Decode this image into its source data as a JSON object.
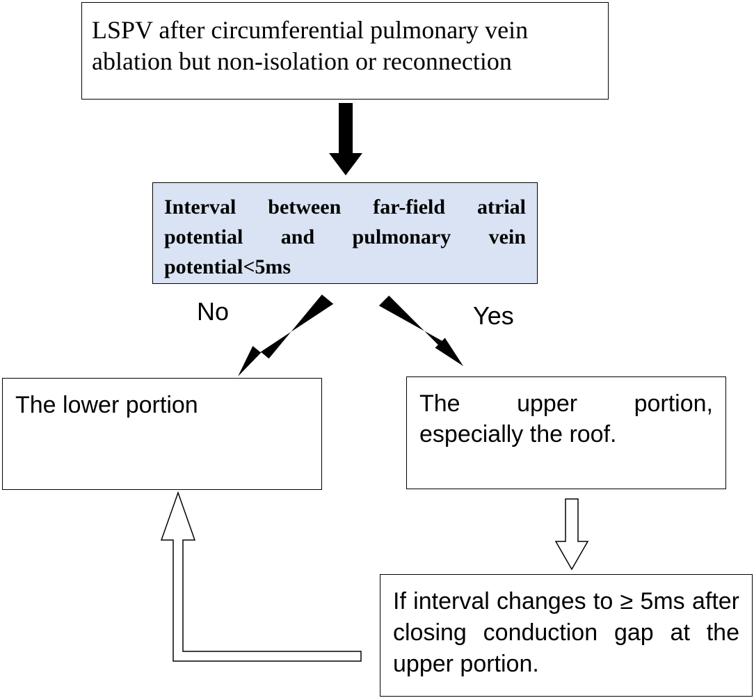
{
  "nodes": {
    "top": "LSPV after circumferential pulmonary vein ablation but non-isolation or reconnection",
    "question": "Interval between far-field atrial potential and pulmonary vein potential<5ms",
    "lower": "The lower portion",
    "upper": "The upper portion, especially the roof.",
    "interval_change": "If interval changes to ≥ 5ms after closing conduction gap at the upper portion."
  },
  "edges": {
    "no_label": "No",
    "yes_label": "Yes"
  },
  "colors": {
    "question_fill": "#dae3f3",
    "arrow_solid": "#000000",
    "arrow_hollow": "#ffffff"
  }
}
